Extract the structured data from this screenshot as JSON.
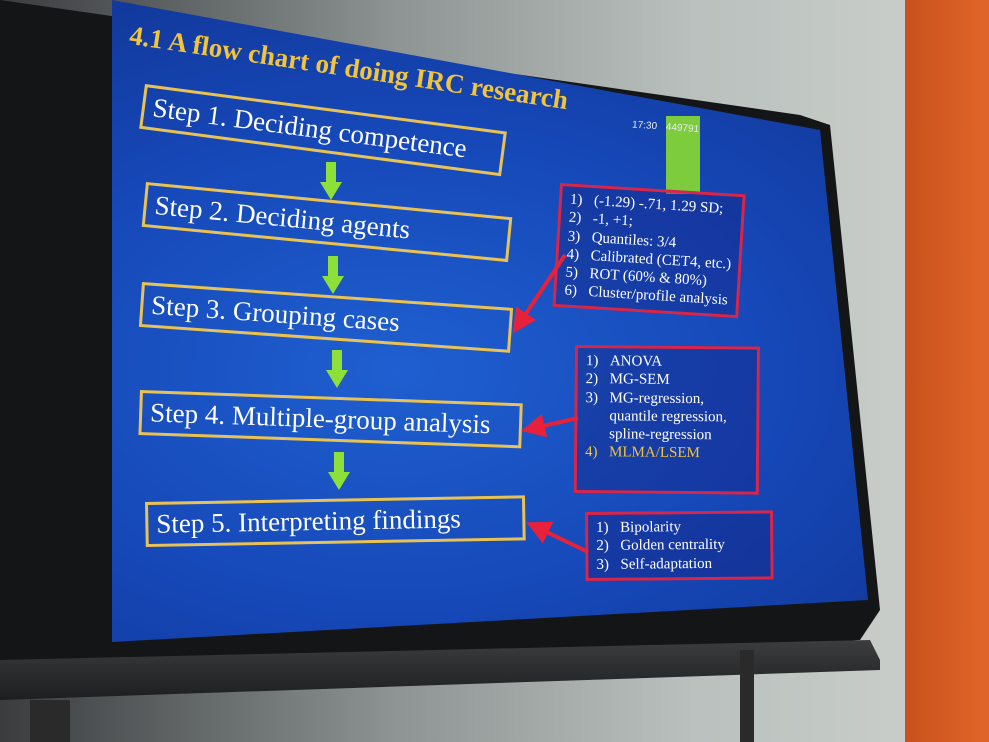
{
  "slide": {
    "title": "4.1 A flow chart  of doing IRC research",
    "steps": [
      "Step 1. Deciding competence",
      "Step 2. Deciding agents",
      "Step 3. Grouping cases",
      "Step 4. Multiple-group analysis",
      "Step 5. Interpreting findings"
    ],
    "box1": [
      {
        "n": "1)",
        "t": "(-1.29) -.71, 1.29 SD;"
      },
      {
        "n": "2)",
        "t": "-1, +1;"
      },
      {
        "n": "3)",
        "t": "Quantiles: 3/4"
      },
      {
        "n": "4)",
        "t": "Calibrated (CET4, etc.)"
      },
      {
        "n": "5)",
        "t": "ROT (60% & 80%)"
      },
      {
        "n": "6)",
        "t": "Cluster/profile analysis"
      }
    ],
    "box2": [
      {
        "n": "1)",
        "t": "ANOVA"
      },
      {
        "n": "2)",
        "t": "MG-SEM"
      },
      {
        "n": "3)",
        "t": "MG-regression,"
      },
      {
        "n": "",
        "t": "quantile regression,"
      },
      {
        "n": "",
        "t": "spline-regression"
      },
      {
        "n": "4)",
        "t": "MLMA/LSEM"
      }
    ],
    "box3": [
      {
        "n": "1)",
        "t": "Bipolarity"
      },
      {
        "n": "2)",
        "t": "Golden centrality"
      },
      {
        "n": "3)",
        "t": "Self-adaptation"
      }
    ]
  },
  "statusbar": {
    "time": "17:30",
    "code": "449791"
  },
  "colors": {
    "slide_bg": "#1648b8",
    "title": "#f2c33c",
    "box_border": "#e9c255",
    "arrow": "#8de03a",
    "info_border": "#d8264a"
  }
}
